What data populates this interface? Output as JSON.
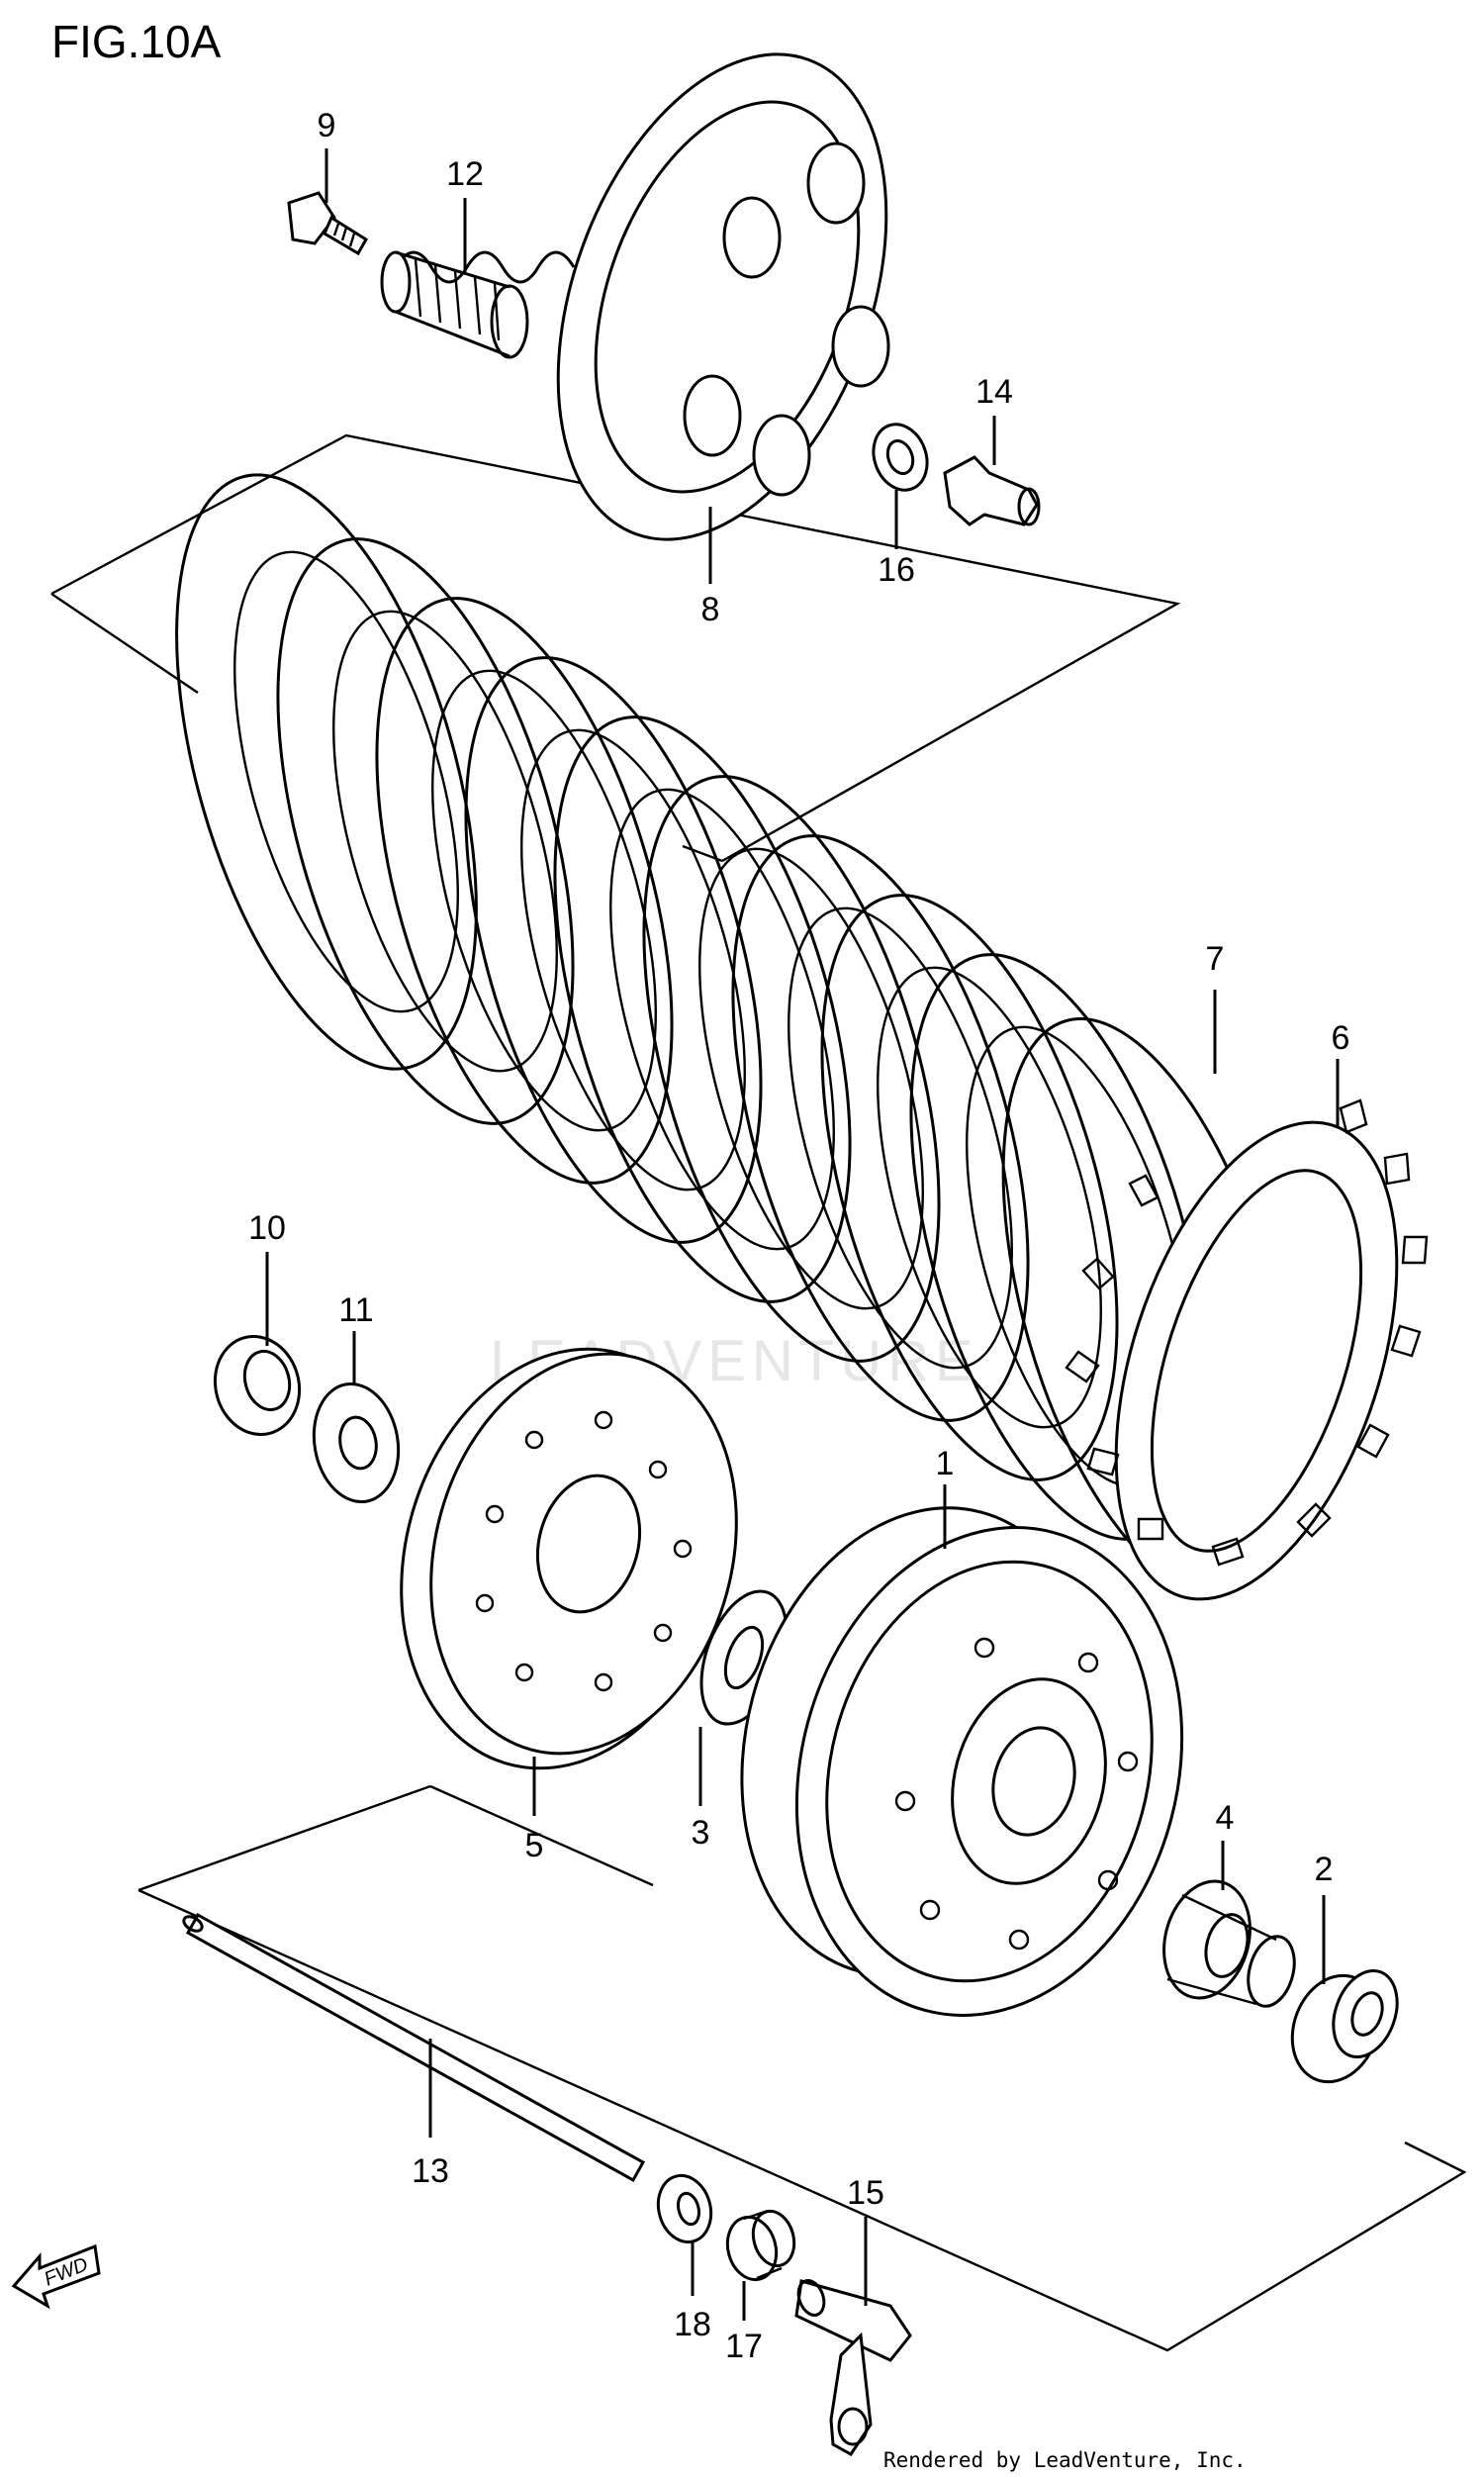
{
  "figure": {
    "title": "FIG.10A",
    "credit": "Rendered by LeadVenture, Inc.",
    "watermark": "LEADVENTURE"
  },
  "fwd_arrow": {
    "label": "FWD"
  },
  "callouts": [
    {
      "id": "callout-1",
      "number": "1"
    },
    {
      "id": "callout-2",
      "number": "2"
    },
    {
      "id": "callout-3",
      "number": "3"
    },
    {
      "id": "callout-4",
      "number": "4"
    },
    {
      "id": "callout-5",
      "number": "5"
    },
    {
      "id": "callout-6",
      "number": "6"
    },
    {
      "id": "callout-7",
      "number": "7"
    },
    {
      "id": "callout-8",
      "number": "8"
    },
    {
      "id": "callout-9",
      "number": "9"
    },
    {
      "id": "callout-10",
      "number": "10"
    },
    {
      "id": "callout-11",
      "number": "11"
    },
    {
      "id": "callout-12",
      "number": "12"
    },
    {
      "id": "callout-13",
      "number": "13"
    },
    {
      "id": "callout-14",
      "number": "14"
    },
    {
      "id": "callout-15",
      "number": "15"
    },
    {
      "id": "callout-16",
      "number": "16"
    },
    {
      "id": "callout-17",
      "number": "17"
    },
    {
      "id": "callout-18",
      "number": "18"
    }
  ]
}
